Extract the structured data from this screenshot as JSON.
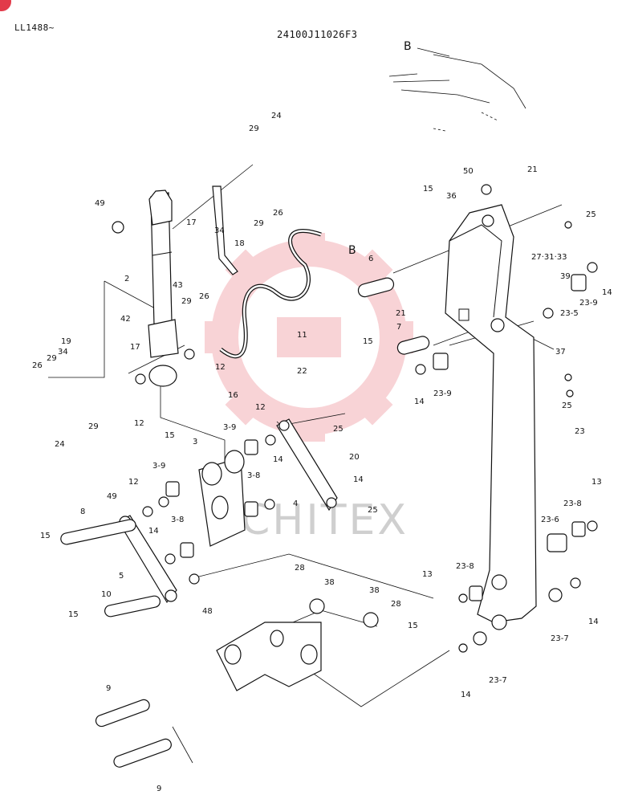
{
  "header": {
    "ref_code": "LL1488~",
    "drawing_no": "24100J11026F3"
  },
  "watermark": {
    "text": "CHITEX"
  },
  "labels": [
    {
      "id": "l2",
      "text": "2"
    },
    {
      "id": "l3",
      "text": "3"
    },
    {
      "id": "l3-8a",
      "text": "3-8"
    },
    {
      "id": "l3-8b",
      "text": "3-8"
    },
    {
      "id": "l3-9a",
      "text": "3-9"
    },
    {
      "id": "l3-9b",
      "text": "3-9"
    },
    {
      "id": "l4",
      "text": "4"
    },
    {
      "id": "l5",
      "text": "5"
    },
    {
      "id": "l6",
      "text": "6"
    },
    {
      "id": "l7",
      "text": "7"
    },
    {
      "id": "l8",
      "text": "8"
    },
    {
      "id": "l9a",
      "text": "9"
    },
    {
      "id": "l9b",
      "text": "9"
    },
    {
      "id": "l10",
      "text": "10"
    },
    {
      "id": "l11",
      "text": "11"
    },
    {
      "id": "l12a",
      "text": "12"
    },
    {
      "id": "l12b",
      "text": "12"
    },
    {
      "id": "l12c",
      "text": "12"
    },
    {
      "id": "l12d",
      "text": "12"
    },
    {
      "id": "l13a",
      "text": "13"
    },
    {
      "id": "l13b",
      "text": "13"
    },
    {
      "id": "l14a",
      "text": "14"
    },
    {
      "id": "l14b",
      "text": "14"
    },
    {
      "id": "l14c",
      "text": "14"
    },
    {
      "id": "l14d",
      "text": "14"
    },
    {
      "id": "l14e",
      "text": "14"
    },
    {
      "id": "l14f",
      "text": "14"
    },
    {
      "id": "l14g",
      "text": "14"
    },
    {
      "id": "l15a",
      "text": "15"
    },
    {
      "id": "l15b",
      "text": "15"
    },
    {
      "id": "l15c",
      "text": "15"
    },
    {
      "id": "l15d",
      "text": "15"
    },
    {
      "id": "l15e",
      "text": "15"
    },
    {
      "id": "l15f",
      "text": "15"
    },
    {
      "id": "l16",
      "text": "16"
    },
    {
      "id": "l17a",
      "text": "17"
    },
    {
      "id": "l17b",
      "text": "17"
    },
    {
      "id": "l18",
      "text": "18"
    },
    {
      "id": "l19",
      "text": "19"
    },
    {
      "id": "l20",
      "text": "20"
    },
    {
      "id": "l21a",
      "text": "21"
    },
    {
      "id": "l21b",
      "text": "21"
    },
    {
      "id": "l22",
      "text": "22"
    },
    {
      "id": "l23",
      "text": "23"
    },
    {
      "id": "l23-5",
      "text": "23-5"
    },
    {
      "id": "l23-6",
      "text": "23-6"
    },
    {
      "id": "l23-7a",
      "text": "23-7"
    },
    {
      "id": "l23-7b",
      "text": "23-7"
    },
    {
      "id": "l23-8a",
      "text": "23-8"
    },
    {
      "id": "l23-8b",
      "text": "23-8"
    },
    {
      "id": "l23-9a",
      "text": "23-9"
    },
    {
      "id": "l23-9b",
      "text": "23-9"
    },
    {
      "id": "l24a",
      "text": "24"
    },
    {
      "id": "l24b",
      "text": "24"
    },
    {
      "id": "l25a",
      "text": "25"
    },
    {
      "id": "l25b",
      "text": "25"
    },
    {
      "id": "l25c",
      "text": "25"
    },
    {
      "id": "l25d",
      "text": "25"
    },
    {
      "id": "l26a",
      "text": "26"
    },
    {
      "id": "l26b",
      "text": "26"
    },
    {
      "id": "l26c",
      "text": "26"
    },
    {
      "id": "l27",
      "text": "27·31·33"
    },
    {
      "id": "l28a",
      "text": "28"
    },
    {
      "id": "l28b",
      "text": "28"
    },
    {
      "id": "l29a",
      "text": "29"
    },
    {
      "id": "l29b",
      "text": "29"
    },
    {
      "id": "l29c",
      "text": "29"
    },
    {
      "id": "l29d",
      "text": "29"
    },
    {
      "id": "l29e",
      "text": "29"
    },
    {
      "id": "l34a",
      "text": "34"
    },
    {
      "id": "l34b",
      "text": "34"
    },
    {
      "id": "l36",
      "text": "36"
    },
    {
      "id": "l37",
      "text": "37"
    },
    {
      "id": "l38a",
      "text": "38"
    },
    {
      "id": "l38b",
      "text": "38"
    },
    {
      "id": "l39",
      "text": "39"
    },
    {
      "id": "l42",
      "text": "42"
    },
    {
      "id": "l43",
      "text": "43"
    },
    {
      "id": "l48",
      "text": "48"
    },
    {
      "id": "l49a",
      "text": "49"
    },
    {
      "id": "l49b",
      "text": "49"
    },
    {
      "id": "l50",
      "text": "50"
    },
    {
      "id": "lB1",
      "text": "B"
    },
    {
      "id": "lB2",
      "text": "B"
    }
  ]
}
